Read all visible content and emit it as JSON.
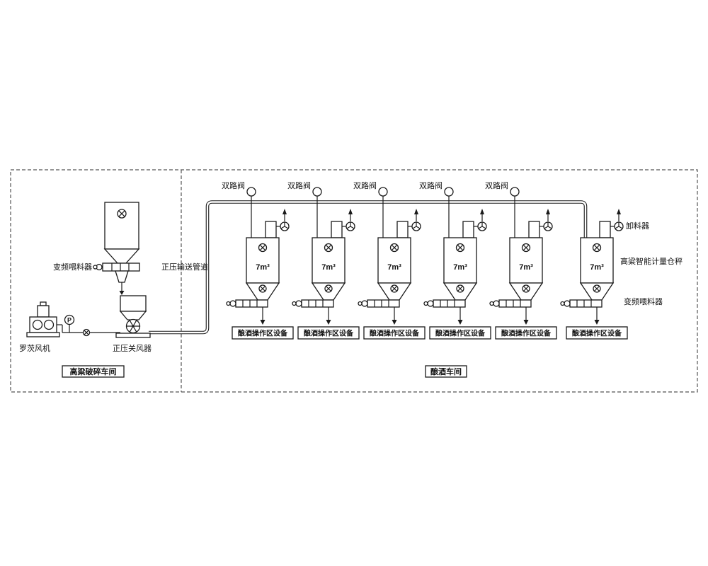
{
  "sections": {
    "crushing": {
      "workshop_label": "高粱破碎车间",
      "feeder_label": "变频喂料器",
      "blower_label": "罗茨风机",
      "airlock_label": "正压关风器",
      "gauge_letter": "P"
    },
    "pipeline_label": "正压输送管道",
    "brewing": {
      "workshop_label": "酿酒车间",
      "discharger_label": "卸料器",
      "scale_label": "高粱智能计量仓秤",
      "feeder_label": "变频喂料器"
    }
  },
  "silos": {
    "two_way_valves": [
      "双路阀",
      "双路阀",
      "双路阀",
      "双路阀",
      "双路阀"
    ],
    "capacities": [
      "7m³",
      "7m³",
      "7m³",
      "7m³",
      "7m³",
      "7m³"
    ],
    "equipment_boxes": [
      "酿酒操作区设备",
      "酿酒操作区设备",
      "酿酒操作区设备",
      "酿酒操作区设备",
      "酿酒操作区设备",
      "酿酒操作区设备"
    ]
  }
}
